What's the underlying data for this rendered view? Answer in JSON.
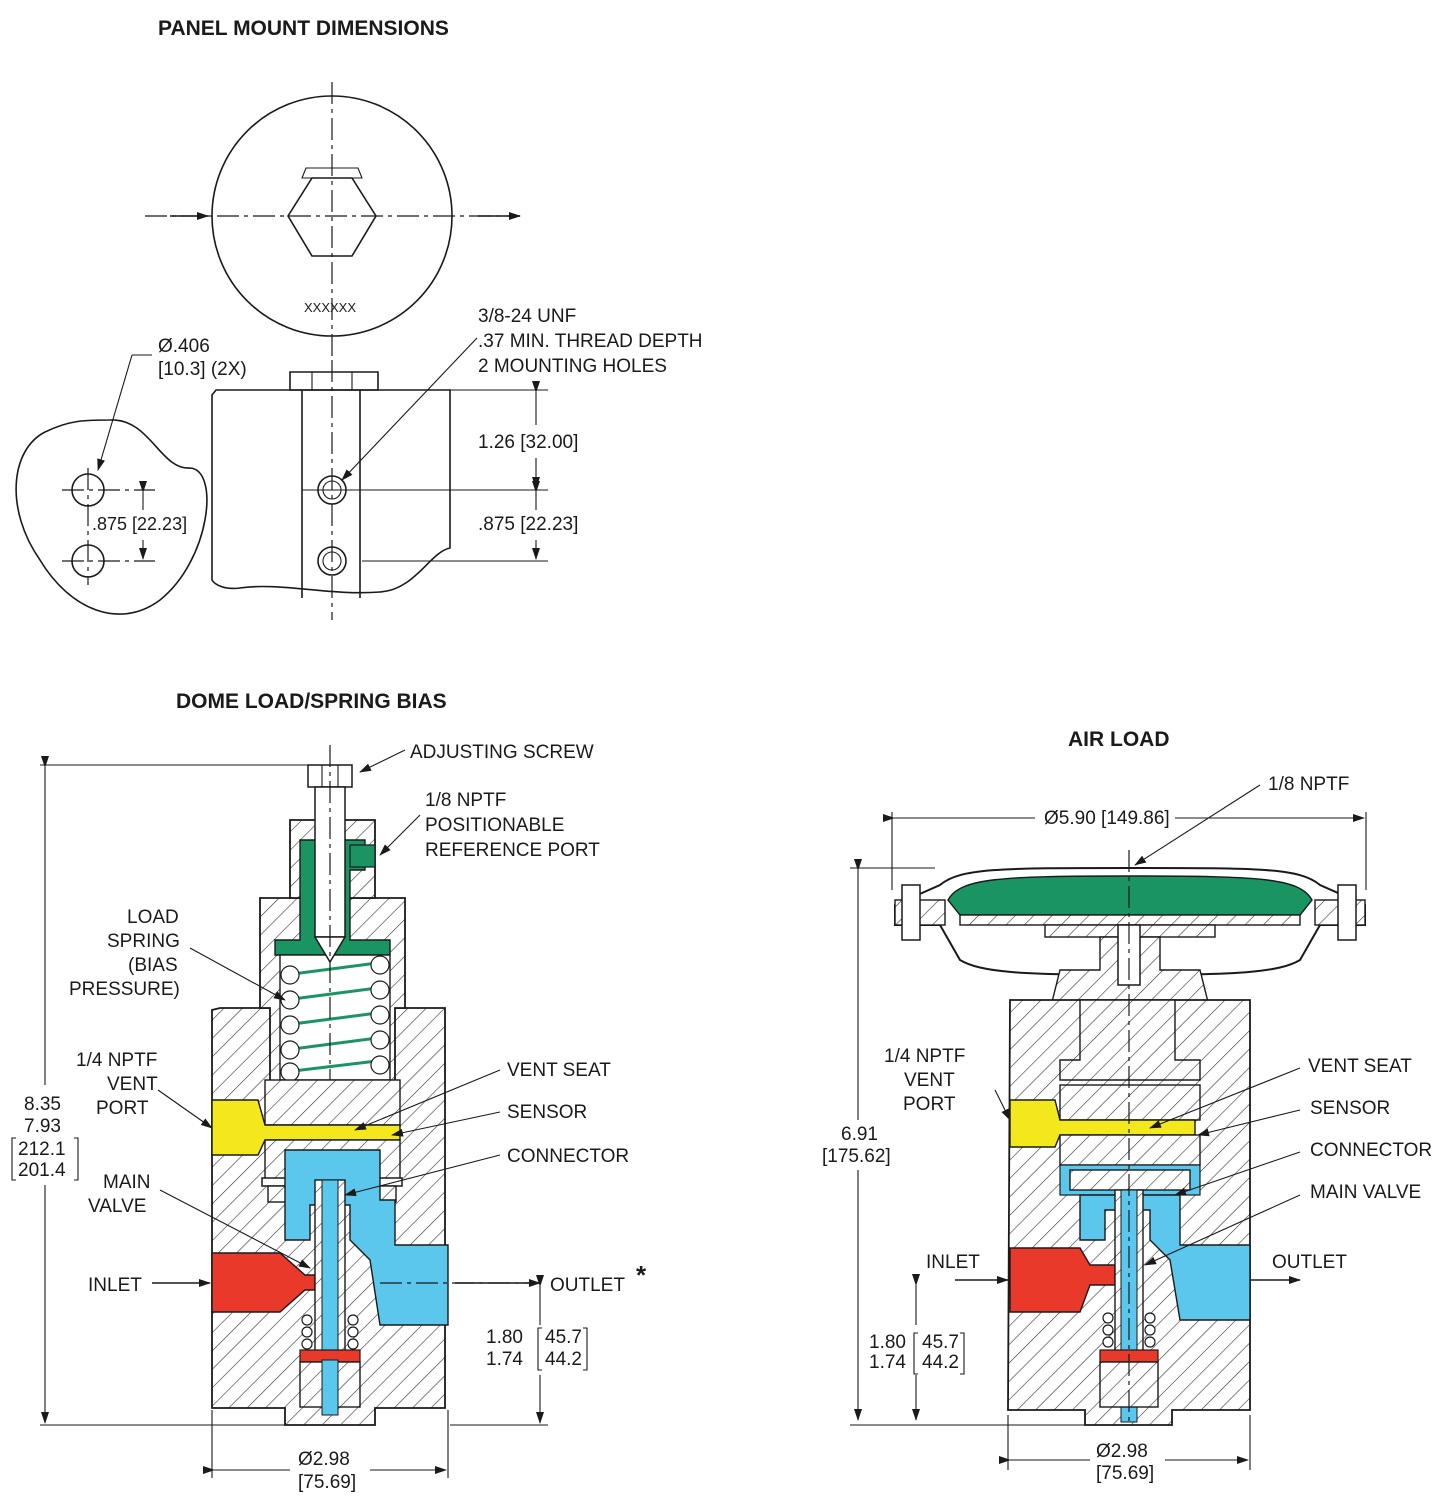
{
  "colors": {
    "line": "#1a1a1a",
    "dome_green": "#1a9562",
    "vent_yellow": "#f2e81c",
    "inlet_red": "#e8392a",
    "outlet_blue": "#5bc7ec"
  },
  "panel": {
    "title": "PANEL MOUNT DIMENSIONS",
    "marking": "XXXXXX",
    "hole_dia_1": "Ø.406",
    "hole_dia_2": "[10.3]  (2X)",
    "thread_1": "3/8-24 UNF",
    "thread_2": ".37 MIN. THREAD DEPTH",
    "thread_3": "2 MOUNTING HOLES",
    "dim_spacing_small": ".875 [22.23]",
    "dim_height": "1.26 [32.00]",
    "dim_spacing": ".875 [22.23]"
  },
  "dome": {
    "title": "DOME LOAD/SPRING BIAS",
    "adjusting_screw": "ADJUSTING SCREW",
    "ref_port_1": "1/8 NPTF",
    "ref_port_2": "POSITIONABLE",
    "ref_port_3": "REFERENCE PORT",
    "load_spring_1": "LOAD",
    "load_spring_2": "SPRING",
    "load_spring_3": "(BIAS",
    "load_spring_4": "PRESSURE)",
    "vent_port_1": "1/4 NPTF",
    "vent_port_2": "VENT",
    "vent_port_3": "PORT",
    "vent_seat": "VENT SEAT",
    "sensor": "SENSOR",
    "connector": "CONNECTOR",
    "main_valve_1": "MAIN",
    "main_valve_2": "VALVE",
    "inlet": "INLET",
    "outlet": "OUTLET",
    "outlet_note": "*",
    "height_1": "8.35",
    "height_2": "7.93",
    "height_3": "212.1",
    "height_4": "201.4",
    "port_height_1": "1.80",
    "port_height_2": "1.74",
    "port_height_3": "45.7",
    "port_height_4": "44.2",
    "dia_1": "Ø2.98",
    "dia_2": "[75.69]"
  },
  "air": {
    "title": "AIR LOAD",
    "port": "1/8 NPTF",
    "dome_dia": "Ø5.90 [149.86]",
    "vent_port_1": "1/4 NPTF",
    "vent_port_2": "VENT",
    "vent_port_3": "PORT",
    "height_1": "6.91",
    "height_2": "[175.62]",
    "vent_seat": "VENT SEAT",
    "sensor": "SENSOR",
    "connector": "CONNECTOR",
    "main_valve": "MAIN VALVE",
    "inlet": "INLET",
    "outlet": "OUTLET",
    "port_height_1": "1.80",
    "port_height_2": "1.74",
    "port_height_3": "45.7",
    "port_height_4": "44.2",
    "dia_1": "Ø2.98",
    "dia_2": "[75.69]"
  }
}
